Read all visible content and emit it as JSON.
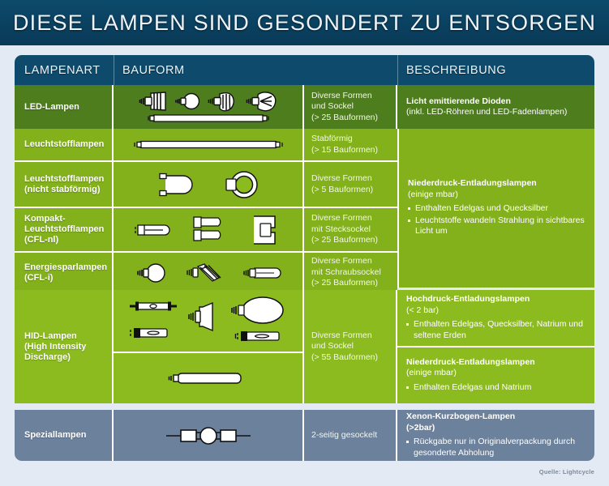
{
  "banner": {
    "title": "DIESE LAMPEN SIND GESONDERT ZU ENTSORGEN"
  },
  "header": {
    "col_lampenart": "LAMPENART",
    "col_bauform": "BAUFORM",
    "col_beschreibung": "BESCHREIBUNG"
  },
  "rows": [
    {
      "lampenart": "LED-Lampen",
      "bauform_text": [
        "Diverse Formen",
        "und Sockel",
        "(> 25 Bauformen)"
      ],
      "icons": [
        "led-reflector-bulb-icon",
        "led-small-bulb-icon",
        "led-spot-bulb-icon",
        "led-filament-bulb-icon",
        "led-tube-icon"
      ],
      "color": "#4e7d1e"
    },
    {
      "lampenart": "Leuchtstofflampen",
      "bauform_text": [
        "Stabförmig",
        "(> 15 Bauformen)"
      ],
      "icons": [
        "fluorescent-tube-icon"
      ],
      "color": "#83b11c"
    },
    {
      "lampenart": "Leuchtstofflampen (nicht stabförmig)",
      "lampenart_lines": [
        "Leuchtstofflampen",
        "(nicht stabförmig)"
      ],
      "bauform_text": [
        "Diverse Formen",
        "(> 5 Bauformen)"
      ],
      "icons": [
        "u-shaped-tube-icon",
        "circular-tube-icon"
      ],
      "color": "#83b11c"
    },
    {
      "lampenart": "Kompakt-Leuchtstofflampen (CFL-nl)",
      "lampenart_lines": [
        "Kompakt-",
        "Leuchtstofflampen",
        "(CFL-nl)"
      ],
      "bauform_text": [
        "Diverse Formen",
        "mit Stecksockel",
        "(> 25 Bauformen)"
      ],
      "icons": [
        "cfl-2pin-icon",
        "cfl-4pin-icon",
        "cfl-square-icon"
      ],
      "color": "#83b11c"
    },
    {
      "lampenart": "Energiesparlampen (CFL-i)",
      "lampenart_lines": [
        "Energiesparlampen",
        "(CFL-i)"
      ],
      "bauform_text": [
        "Diverse Formen",
        "mit Schraubsockel",
        "(> 25 Bauformen)"
      ],
      "icons": [
        "cfl-globe-icon",
        "cfl-spiral-icon",
        "cfl-stick-icon"
      ],
      "color": "#83b11c"
    },
    {
      "lampenart": "HID-Lampen (High Intensity Discharge)",
      "lampenart_lines": [
        "HID-Lampen",
        "(High Intensity",
        "Discharge)"
      ],
      "bauform_text": [
        "Diverse Formen",
        "und Sockel",
        "(> 55 Bauformen)"
      ],
      "icons": [
        "double-ended-hid-icon",
        "hid-reflector-icon",
        "hid-ellipsoidal-icon",
        "hid-single-ended-icon",
        "sodium-tube-icon"
      ],
      "color": "#8cbb20"
    },
    {
      "lampenart": "Speziallampen",
      "bauform_text": [
        "2-seitig gesockelt"
      ],
      "icons": [
        "xenon-short-arc-icon"
      ],
      "color": "#6c819c"
    }
  ],
  "descriptions": [
    {
      "title": "Licht emittierende Dioden",
      "subtitle": "(inkl. LED-Röhren und LED-Fadenlampen)",
      "bullets": []
    },
    {
      "title": "Niederdruck-Entladungslampen",
      "subtitle": "(einige mbar)",
      "bullets": [
        "Enthalten Edelgas und Quecksilber",
        "Leuchtstoffe wandeln Strahlung in sichtbares Licht um"
      ]
    },
    {
      "title": "Hochdruck-Entladungslampen",
      "subtitle": "(< 2 bar)",
      "bullets": [
        "Enthalten Edelgas, Quecksilber, Natrium und seltene Erden"
      ]
    },
    {
      "title": "Niederdruck-Entladungslampen",
      "subtitle": "(einige mbar)",
      "bullets": [
        "Enthalten Edelgas und Natrium"
      ]
    },
    {
      "title": "Xenon-Kurzbogen-Lampen",
      "subtitle": "(>2bar)",
      "bullets": [
        "Rückgabe nur in Originalverpackung durch gesonderte Abholung"
      ]
    }
  ],
  "credit": "Quelle: Lightcycle",
  "colors": {
    "banner": "#0d4a6b",
    "page_background": "#e3eaf3",
    "green_dark": "#4e7d1e",
    "green_mid": "#83b11c",
    "green_light": "#8cbb20",
    "blue_grey": "#6c819c"
  }
}
